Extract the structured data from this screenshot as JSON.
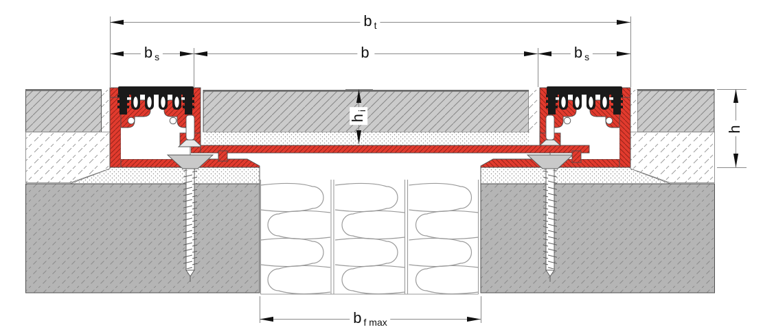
{
  "drawing": {
    "kind": "expansion-joint-profile-cross-section",
    "dimension_labels": {
      "bt": {
        "main": "b",
        "sub": "t"
      },
      "bs_left": {
        "main": "b",
        "sub": "s"
      },
      "b": {
        "main": "b",
        "sub": ""
      },
      "bs_right": {
        "main": "b",
        "sub": "s"
      },
      "bf_max": {
        "main": "b",
        "sub": "f max"
      },
      "hi": {
        "main": "h",
        "sub": "i"
      },
      "h": {
        "main": "h",
        "sub": ""
      }
    },
    "colors": {
      "profile_red": "#e23b2e",
      "profile_red_hatch": "#96231a",
      "seal_black": "#1a1a1a",
      "tile_gray": "#cbcbcb",
      "concrete_gray": "#b5b5b5",
      "hatch_gray": "#8a8a8a",
      "outline_gray": "#4f4f4f",
      "dim_line_gray": "#888888",
      "text_black": "#111111"
    }
  }
}
